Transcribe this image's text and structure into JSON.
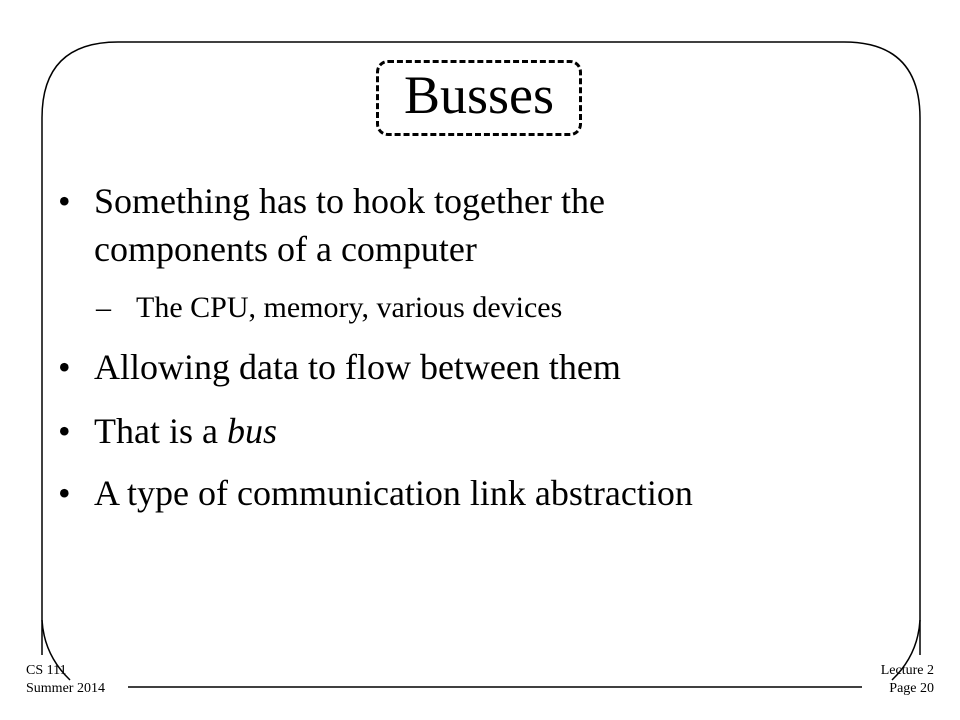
{
  "slide": {
    "title": "Busses",
    "bullets": [
      {
        "lines": [
          "Something has to hook together the",
          "components of a computer"
        ]
      },
      {
        "lines": [
          "Allowing data to flow between them"
        ]
      },
      {
        "prefix": "That is a ",
        "emphasis": "bus"
      },
      {
        "lines": [
          "A type of communication link abstraction"
        ]
      }
    ],
    "subbullets": [
      {
        "text": "The CPU, memory, various devices"
      }
    ],
    "bullet_symbol": "•",
    "dash_symbol": "–"
  },
  "footer": {
    "left_line1": "CS 111",
    "left_line2": "Summer 2014",
    "right_line1": "Lecture 2",
    "right_line2": "Page 20"
  }
}
